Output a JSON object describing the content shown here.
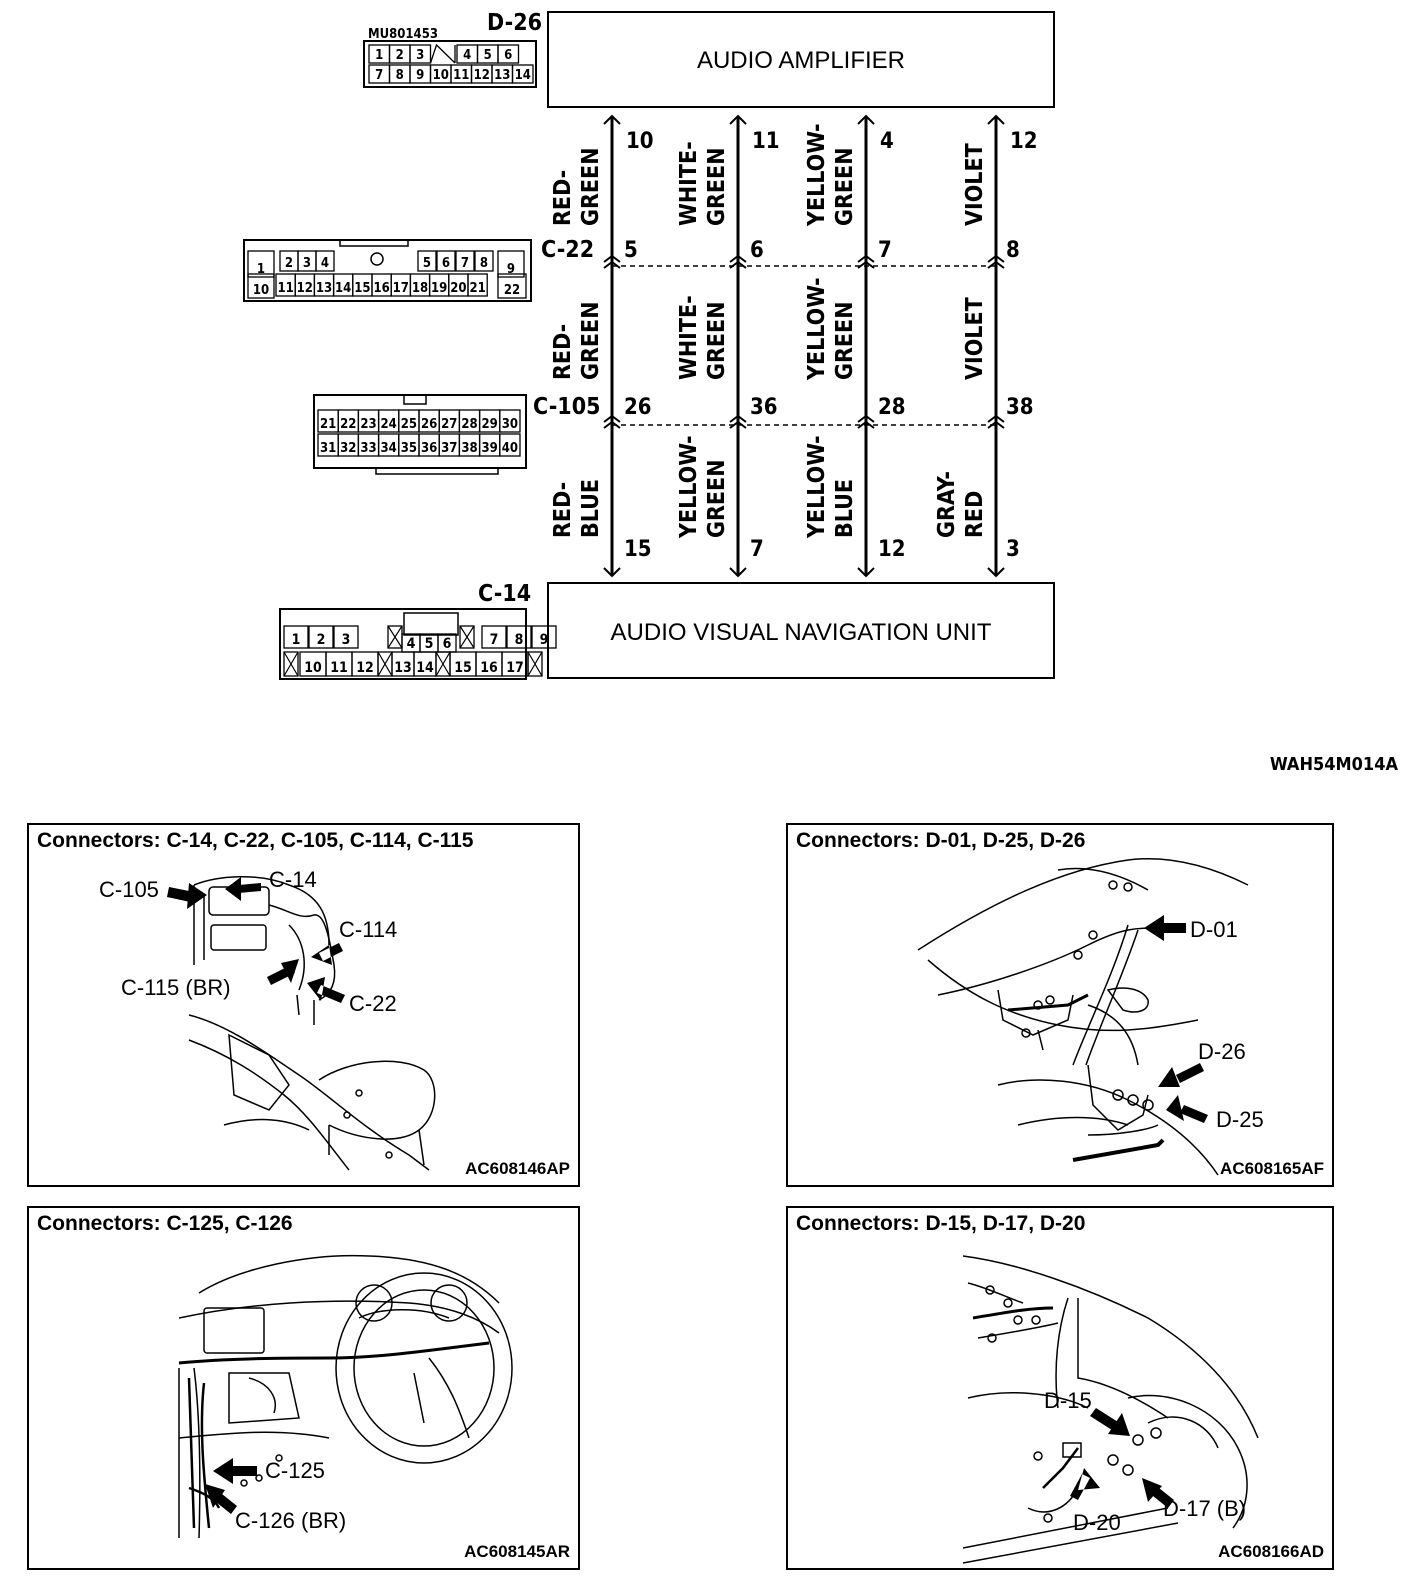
{
  "diagram": {
    "code": "WAH54M014A",
    "amplifier": {
      "connector": "D-26",
      "part": "MU801453",
      "label": "AUDIO AMPLIFIER"
    },
    "nav_unit": {
      "connector": "C-14",
      "label": "AUDIO VISUAL NAVIGATION UNIT"
    },
    "junction_1": {
      "connector": "C-22"
    },
    "junction_2": {
      "connector": "C-105"
    },
    "circuits": [
      {
        "amp_pin": "10",
        "j1_pin": "5",
        "j2_pin": "26",
        "nav_pin": "15",
        "color_upper": [
          "RED-",
          "GREEN"
        ],
        "color_middle": [
          "RED-",
          "GREEN"
        ],
        "color_lower": [
          "RED-",
          "BLUE"
        ]
      },
      {
        "amp_pin": "11",
        "j1_pin": "6",
        "j2_pin": "36",
        "nav_pin": "7",
        "color_upper": [
          "WHITE-",
          "GREEN"
        ],
        "color_middle": [
          "WHITE-",
          "GREEN"
        ],
        "color_lower": [
          "YELLOW-",
          "GREEN"
        ]
      },
      {
        "amp_pin": "4",
        "j1_pin": "7",
        "j2_pin": "28",
        "nav_pin": "12",
        "color_upper": [
          "YELLOW-",
          "GREEN"
        ],
        "color_middle": [
          "YELLOW-",
          "GREEN"
        ],
        "color_lower": [
          "YELLOW-",
          "BLUE"
        ]
      },
      {
        "amp_pin": "12",
        "j1_pin": "8",
        "j2_pin": "38",
        "nav_pin": "3",
        "color_upper": [
          "VIOLET"
        ],
        "color_middle": [
          "VIOLET"
        ],
        "color_lower": [
          "GRAY-",
          "RED"
        ]
      }
    ],
    "d26_face": [
      [
        "1",
        "2",
        "3",
        "",
        "4",
        "5",
        "6"
      ],
      [
        "7",
        "8",
        "9",
        "10",
        "11",
        "12",
        "13",
        "14"
      ]
    ],
    "c22_face": [
      [
        "1",
        "2",
        "3",
        "4",
        "",
        "5",
        "6",
        "7",
        "8",
        "9"
      ],
      [
        "10",
        "11",
        "12",
        "13",
        "14",
        "15",
        "16",
        "17",
        "18",
        "19",
        "20",
        "21",
        "22"
      ]
    ],
    "c105_face": [
      [
        "21",
        "22",
        "23",
        "24",
        "25",
        "26",
        "27",
        "28",
        "29",
        "30"
      ],
      [
        "31",
        "32",
        "33",
        "34",
        "35",
        "36",
        "37",
        "38",
        "39",
        "40"
      ]
    ],
    "c14_face": [
      [
        "1",
        "2",
        "3",
        "4",
        "5",
        "6",
        "7",
        "8",
        "9"
      ],
      [
        "10",
        "11",
        "12",
        "13",
        "14",
        "15",
        "16",
        "17"
      ]
    ]
  },
  "panels": [
    {
      "title": "Connectors: C-14, C-22, C-105, C-114, C-115",
      "code": "AC608146AP",
      "callouts": [
        "C-105",
        "C-14",
        "C-114",
        "C-115 (BR)",
        "C-22"
      ]
    },
    {
      "title": "Connectors: D-01, D-25, D-26",
      "code": "AC608165AF",
      "callouts": [
        "D-01",
        "D-26",
        "D-25"
      ]
    },
    {
      "title": "Connectors: C-125, C-126",
      "code": "AC608145AR",
      "callouts": [
        "C-125",
        "C-126 (BR)"
      ]
    },
    {
      "title": "Connectors: D-15, D-17, D-20",
      "code": "AC608166AD",
      "callouts": [
        "D-15",
        "D-17 (B)",
        "D-20"
      ]
    }
  ]
}
